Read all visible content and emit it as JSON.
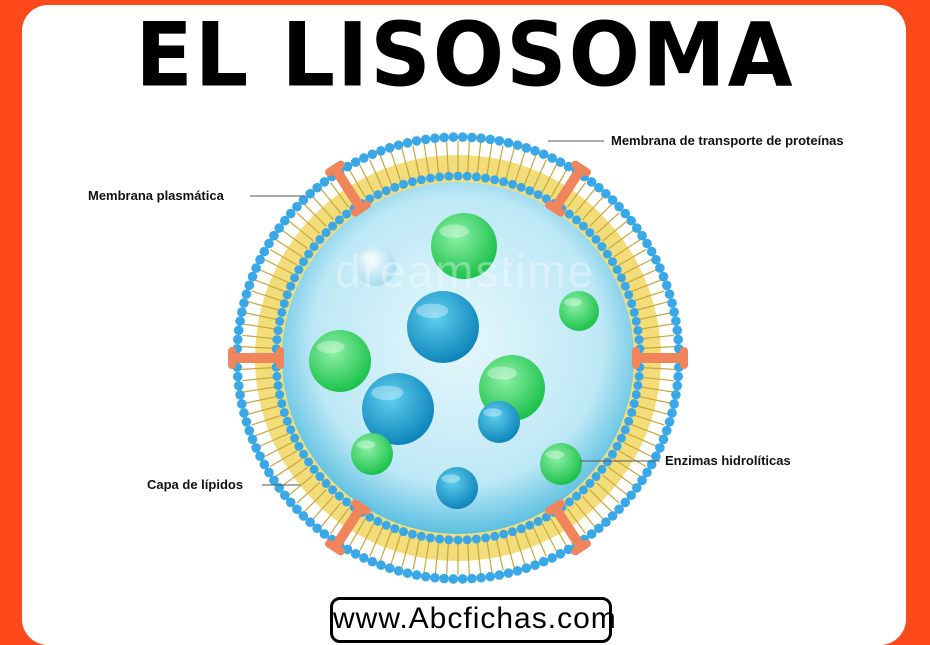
{
  "title": "EL LISOSOMA",
  "labels": {
    "protein_transport_membrane": "Membrana de transporte de proteínas",
    "plasma_membrane": "Membrana plasmática",
    "hydrolytic_enzymes": "Enzimas hidrolíticas",
    "lipid_layer": "Capa de lípidos"
  },
  "watermark": "dreamstime",
  "website": "www.Abcfichas.com",
  "colors": {
    "frame": "#fe4a1b",
    "phospholipid_head": "#3aa8e6",
    "lipid_tail": "#f3dd7a",
    "protein": "#f0845a",
    "lumen": "#bfe9f5",
    "enzyme_green": "#3fd86a",
    "enzyme_blue": "#1e9ccc"
  }
}
